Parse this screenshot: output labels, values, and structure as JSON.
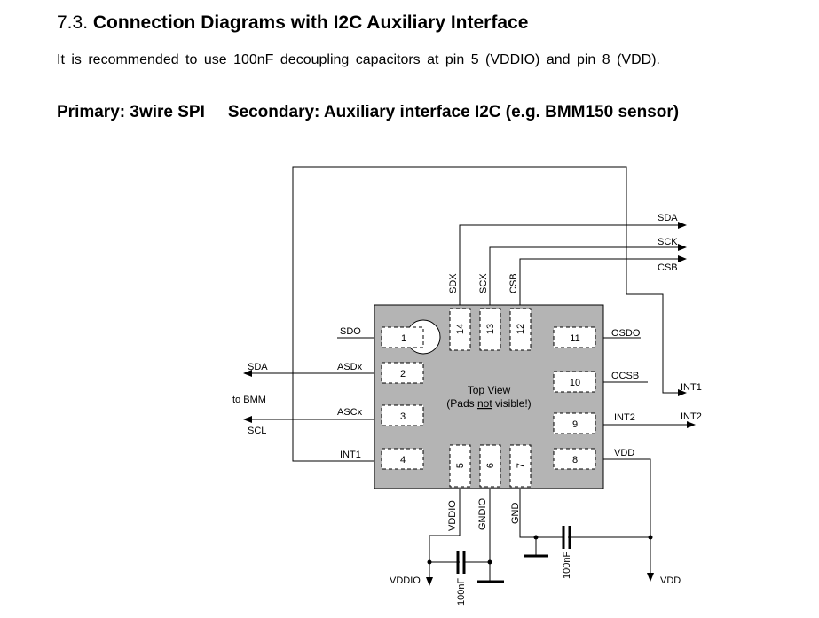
{
  "heading": {
    "number": "7.3.",
    "title": "Connection Diagrams with I2C Auxiliary Interface"
  },
  "intro": "It is recommended  to use 100nF  decoupling  capacitors  at pin 5 (VDDIO)  and pin 8 (VDD).",
  "subheading": {
    "primary": "Primary: 3wire SPI",
    "secondary": "Secondary: Auxiliary interface I2C (e.g. BMM150 sensor)"
  },
  "chip": {
    "view_label": "Top View",
    "pads_prefix": "(Pads ",
    "pads_not": "not",
    "pads_suffix": " visible!)"
  },
  "pads": {
    "p1": "1",
    "p2": "2",
    "p3": "3",
    "p4": "4",
    "p5": "5",
    "p6": "6",
    "p7": "7",
    "p8": "8",
    "p9": "9",
    "p10": "10",
    "p11": "11",
    "p12": "12",
    "p13": "13",
    "p14": "14"
  },
  "pin_labels": {
    "sdo": "SDO",
    "asdx": "ASDx",
    "ascx": "ASCx",
    "int1": "INT1",
    "osdo": "OSDO",
    "ocsb": "OCSB",
    "int2": "INT2",
    "vdd": "VDD",
    "sdx": "SDX",
    "scx": "SCX",
    "csb": "CSB",
    "vddio": "VDDIO",
    "gndio": "GNDIO",
    "gnd": "GND"
  },
  "net_labels": {
    "sda_top": "SDA",
    "sck": "SCK",
    "csb": "CSB",
    "int1_out": "INT1",
    "int2_out": "INT2",
    "sda_left": "SDA",
    "to_bmm": "to BMM",
    "scl": "SCL",
    "vddio_supply": "VDDIO",
    "vdd_supply": "VDD"
  },
  "capacitors": {
    "c_vddio": "100nF",
    "c_vdd": "100nF"
  },
  "colors": {
    "chip_fill": "#b4b4b4",
    "pad_fill": "#ffffff",
    "line": "#000000"
  }
}
